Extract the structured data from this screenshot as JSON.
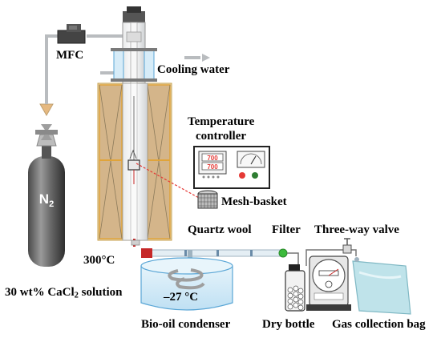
{
  "labels": {
    "mfc": "MFC",
    "cooling_water": "Cooling water",
    "temperature_line1": "Temperature",
    "temperature_line2": "controller",
    "mesh_basket": "Mesh-basket",
    "n2_base": "N",
    "n2_sub": "2",
    "quartz_wool": "Quartz wool",
    "filter": "Filter",
    "three_way_valve": "Three-way valve",
    "temp_300": "300°C",
    "cacl2_prefix": "30 wt% CaCl",
    "cacl2_sub": "2",
    "cacl2_suffix": " solution",
    "condenser_temp": "–27 °C",
    "bio_oil_condenser": "Bio-oil condenser",
    "dry_bottle": "Dry bottle",
    "gas_collection_bag": "Gas collection bag"
  },
  "controller_display": {
    "value_top": "700",
    "value_bottom": "700"
  },
  "colors": {
    "tube_line": "#b9bcbf",
    "furnace_fill": "#d4b58a",
    "furnace_border": "#e0a43a",
    "water_fill": "#cfe8f6",
    "water_border": "#5aa6d6",
    "filter_green": "#3cba3c",
    "red_dot": "#e53935",
    "green_dot": "#2e7d32",
    "heat_red": "#c62828",
    "bag_fill": "#bfe3ea"
  }
}
